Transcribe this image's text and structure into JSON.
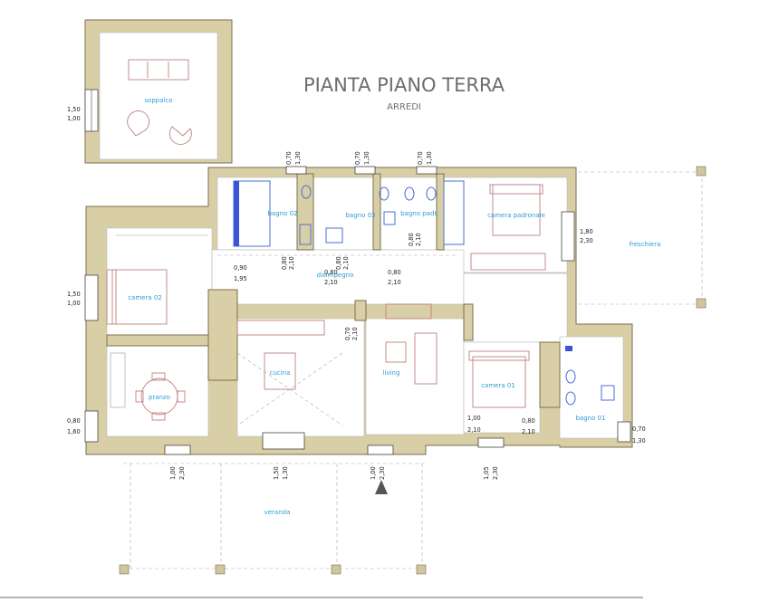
{
  "header": {
    "title": "PIANTA PIANO TERRA",
    "subtitle": "ARREDI"
  },
  "rooms": {
    "soppalco": "soppalco",
    "bagno02": "bagno 02",
    "bagno03": "bagno 03",
    "bagnoPadr": "bagno padr.",
    "cameraPadronale": "camera padronale",
    "freschiera": "freschiera",
    "camera02": "camera 02",
    "disimpegno": "disimpegno",
    "cucina": "cucina",
    "living": "living",
    "pranzo": "pranzo",
    "camera01": "camera 01",
    "bagno01": "bagno 01",
    "veranda": "veranda"
  },
  "dims": {
    "w_sopp": [
      "1,50",
      "1,00"
    ],
    "w_top1": [
      "0,70",
      "1,30"
    ],
    "w_top2": [
      "0,70",
      "1,30"
    ],
    "w_top3": [
      "0,70",
      "1,30"
    ],
    "w_padr": [
      "1,80",
      "2,30"
    ],
    "w_cam02": [
      "1,50",
      "1,00"
    ],
    "d_cam02": [
      "0,90",
      "1,95"
    ],
    "d_b02": [
      "0,80",
      "2,10"
    ],
    "d_b03a": [
      "0,80",
      "2,10"
    ],
    "d_b03b": [
      "0,80",
      "2,10"
    ],
    "d_bpadr": [
      "0,80",
      "2,10"
    ],
    "d_b03c": [
      "0,80",
      "2,10"
    ],
    "d_liv": [
      "0,70",
      "2,10"
    ],
    "w_pranzo": [
      "0,80",
      "1,60"
    ],
    "d_cam01": [
      "1,00",
      "2,10"
    ],
    "d_bagno01": [
      "0,80",
      "2,10"
    ],
    "w_bagno01": [
      "0,70",
      "1,30"
    ],
    "w_bot1": [
      "1,00",
      "2,30"
    ],
    "w_bot2": [
      "1,50",
      "1,30"
    ],
    "w_bot3": [
      "1,00",
      "2,30"
    ],
    "w_bot4": [
      "1,05",
      "2,30"
    ]
  }
}
